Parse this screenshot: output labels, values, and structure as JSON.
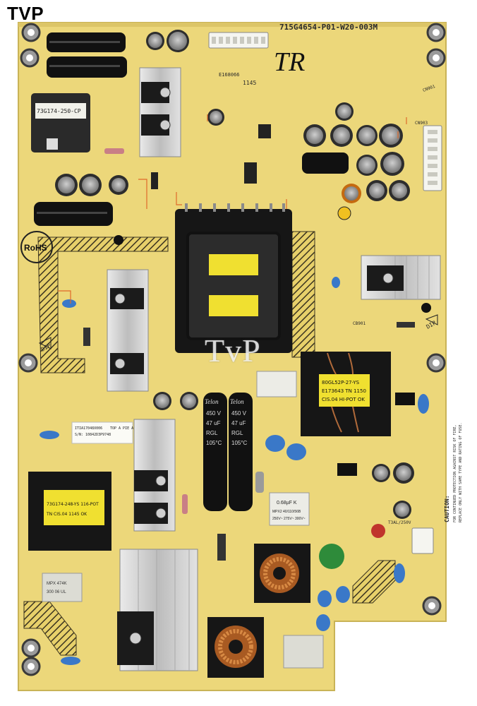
{
  "brand": "TVP",
  "watermark": "TvP",
  "board": {
    "part_number": "715G4654-P01-W20-003M",
    "rohs": "RoHS",
    "main_transformer_label": "73G174-250-CP",
    "flyback_label_lines": [
      "80GL52P-27-YS",
      "E173643 TN 1150",
      "CIS.04 HI-POT OK"
    ],
    "standby_transformer_lines": [
      "73G174-248-YS 116-POT",
      "TN CIS.04 1145 OK"
    ],
    "sticker_lines": [
      "ITIA17048X006",
      "S/N: 10842D3P9748"
    ],
    "sticker_tag": "TOP A PIE A",
    "bulk_cap_lines": [
      "Telon",
      "450 V",
      "47 uF",
      "RGL",
      "105°C"
    ],
    "film_cap_lines": [
      "0.68µF K",
      "MPX2 40/110/56B",
      "250V~ 275V~ 300V~"
    ],
    "x_cap_lines": [
      "MPX 474K",
      "300 06 UL"
    ],
    "caution_lines": [
      "CAUTION:",
      "FOR CONTINUED PROTECTION AGAINST RISK OF FIRE,",
      "REPLACE ONLY WITH SAME TYPE AND RATING OF FUSE."
    ],
    "fuse_label": "T3AL/250V",
    "dip_label": "DIP",
    "handwritten_mark": "TR",
    "markings": [
      "E168066",
      "1145",
      "CN901",
      "CN903",
      "CB901"
    ]
  }
}
